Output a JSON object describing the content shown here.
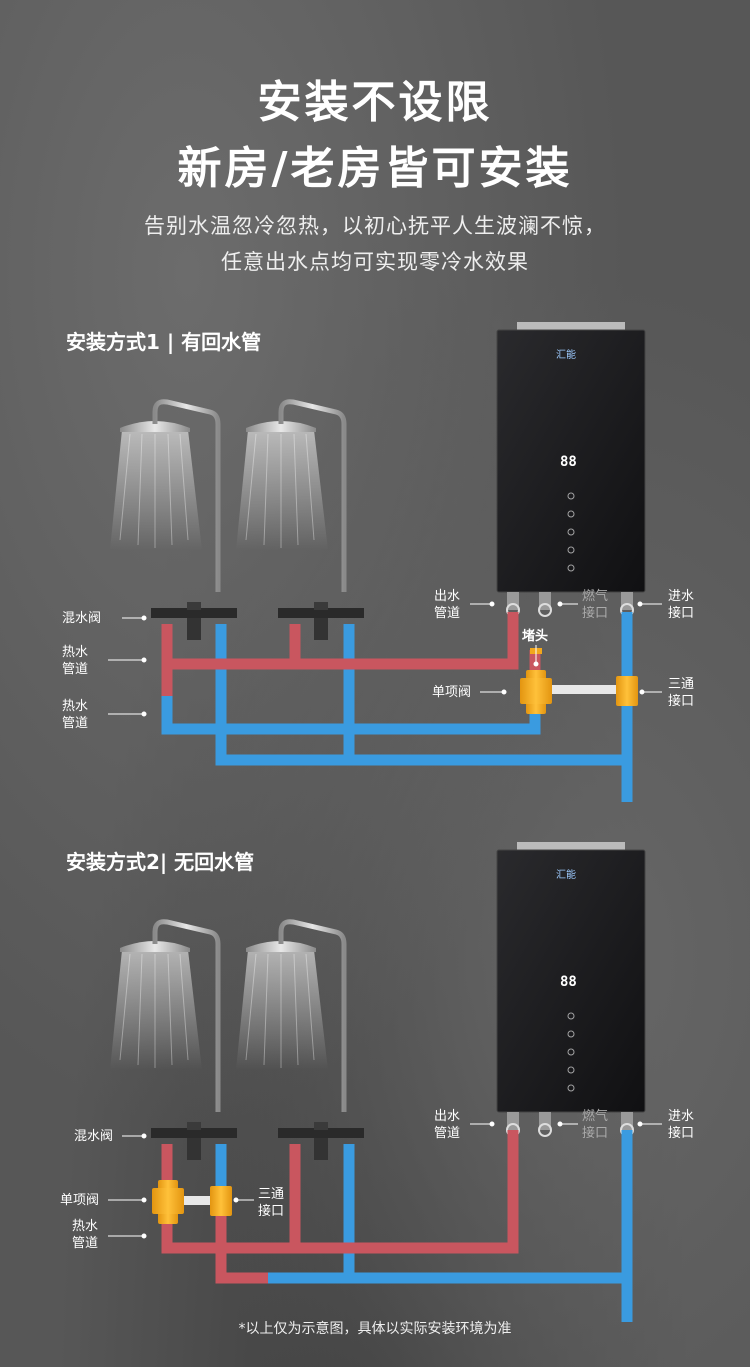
{
  "header": {
    "title_line1": "安装不设限",
    "title_line2": "新房/老房皆可安装",
    "subtitle_line1": "告别水温忽冷忽热，以初心抚平人生波澜不惊，",
    "subtitle_line2": "任意出水点均可实现零冷水效果"
  },
  "heater": {
    "brand": "汇能",
    "display": "88"
  },
  "section1": {
    "title": "安装方式1 | 有回水管",
    "labels": {
      "mixing_valve": "混水阀",
      "hot_pipe_1": "热水\n管道",
      "hot_pipe_2": "热水\n管道",
      "outlet": "出水\n管道",
      "gas": "燃气\n接口",
      "inlet": "进水\n接口",
      "plug": "堵头",
      "check_valve": "单项阀",
      "tee": "三通\n接口"
    }
  },
  "section2": {
    "title": "安装方式2| 无回水管",
    "labels": {
      "mixing_valve": "混水阀",
      "check_valve": "单项阀",
      "tee": "三通\n接口",
      "hot_pipe": "热水\n管道",
      "outlet": "出水\n管道",
      "gas": "燃气\n接口",
      "inlet": "进水\n接口"
    }
  },
  "colors": {
    "hot_pipe": "#c9565f",
    "cold_pipe": "#3a9be0",
    "valve": "#f2a71c",
    "heater_body": "#1b1b1d"
  },
  "footnote": "*以上仅为示意图，具体以实际安装环境为准"
}
